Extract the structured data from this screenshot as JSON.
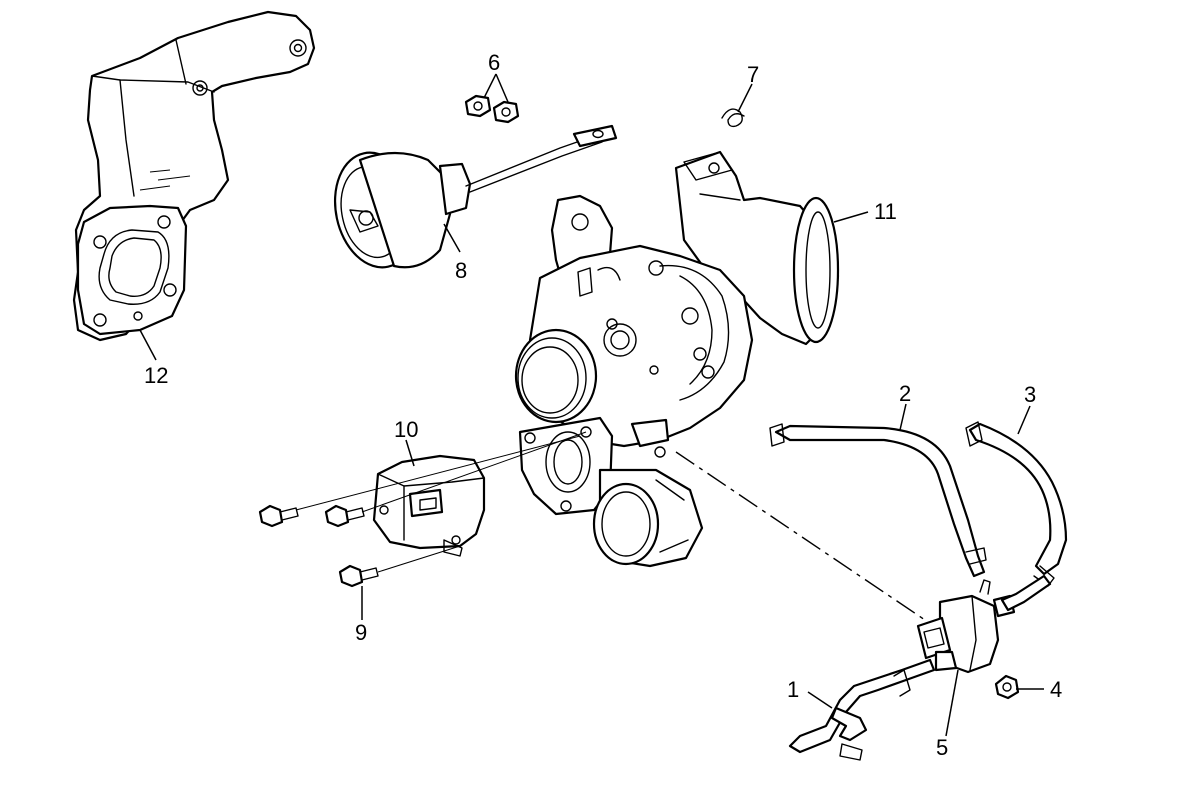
{
  "diagram": {
    "callouts": {
      "c1": "1",
      "c2": "2",
      "c3": "3",
      "c4": "4",
      "c5": "5",
      "c6": "6",
      "c7": "7",
      "c8": "8",
      "c9": "9",
      "c10": "10",
      "c11": "11",
      "c12": "12"
    },
    "colors": {
      "line": "#000000",
      "background": "#ffffff"
    }
  }
}
